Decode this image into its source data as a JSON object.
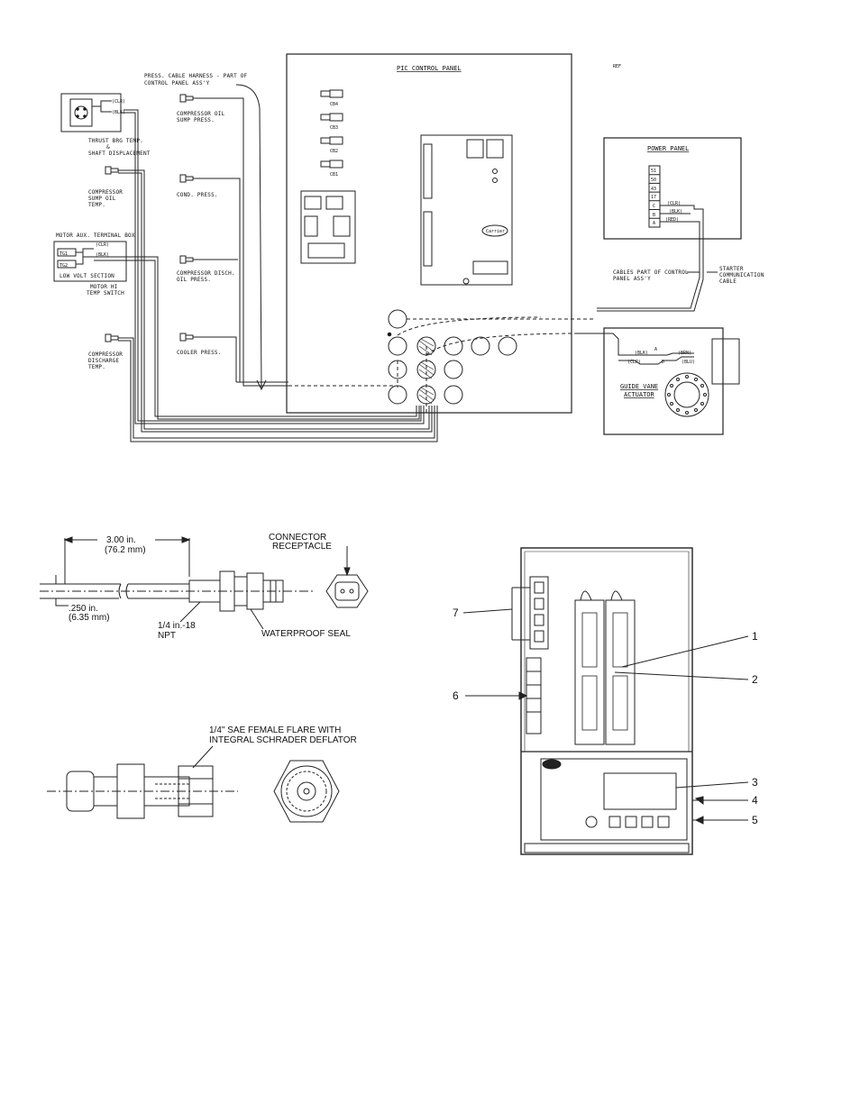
{
  "wiring_diagram": {
    "ref": "REF",
    "pic_panel_title": "PIC CONTROL PANEL",
    "power_panel_title": "POWER PANEL",
    "guide_vane_line1": "GUIDE VANE",
    "guide_vane_line2": "ACTUATOR",
    "harness_note_line1": "PRESS. CABLE HARNESS - PART OF",
    "harness_note_line2": "CONTROL PANEL ASS'Y",
    "thrust_line1": "THRUST BRG TEMP.",
    "thrust_line2": "&",
    "thrust_line3": "SHAFT DISPLACEMENT",
    "sump_oil_temp_line1": "COMPRESSOR",
    "sump_oil_temp_line2": "SUMP OIL",
    "sump_oil_temp_line3": "TEMP.",
    "motor_aux_box": "MOTOR AUX. TERMINAL BOX",
    "tg1": "TG1",
    "tg2": "TG2",
    "low_volt": "LOW VOLT SECTION",
    "motor_hi_line1": "MOTOR HI",
    "motor_hi_line2": "TEMP SWITCH",
    "discharge_temp_line1": "COMPRESSOR",
    "discharge_temp_line2": "DISCHARGE",
    "discharge_temp_line3": "TEMP.",
    "oil_sump_press_line1": "COMPRESSOR OIL",
    "oil_sump_press_line2": "SUMP PRESS.",
    "cond_press": "COND. PRESS.",
    "disch_oil_press_line1": "COMPRESSOR DISCH.",
    "disch_oil_press_line2": "OIL PRESS.",
    "cooler_press": "COOLER PRESS.",
    "cb4": "CB4",
    "cb3": "CB3",
    "cb2": "CB2",
    "cb1": "CB1",
    "carrier": "Carrier",
    "terminals": [
      "51",
      "50",
      "43",
      "17",
      "C",
      "B",
      "A"
    ],
    "wire_clr": "(CLR)",
    "wire_blk": "(BLK)",
    "wire_red": "(RED)",
    "wire_brn": "(BRN)",
    "wire_blu": "(BLU)",
    "cables_part_line1": "CABLES PART OF CONTROL",
    "cables_part_line2": "PANEL ASS'Y",
    "starter_comm_line1": "STARTER",
    "starter_comm_line2": "COMMUNICATION",
    "starter_comm_line3": "CABLE",
    "wire_a": "A",
    "wire_d": "D"
  },
  "transducer": {
    "length_in": "3.00 in.",
    "length_mm": "(76.2 mm)",
    "connector_line1": "CONNECTOR",
    "connector_line2": "RECEPTACLE",
    "dia_in": ".250 in.",
    "dia_mm": "(6.35 mm)",
    "npt_line1": "1/4 in.-18",
    "npt_line2": "NPT",
    "waterproof": "WATERPROOF SEAL",
    "flare_line1": "1/4\" SAE FEMALE FLARE WITH",
    "flare_line2": "INTEGRAL SCHRADER DEFLATOR"
  },
  "control_panel": {
    "callouts": [
      "1",
      "2",
      "3",
      "4",
      "5",
      "6",
      "7"
    ]
  }
}
